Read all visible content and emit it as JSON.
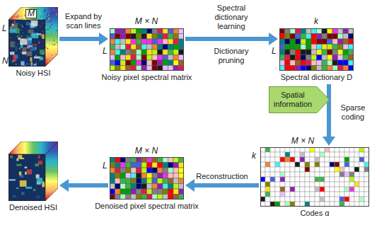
{
  "diagram": {
    "nodes": [
      {
        "text": [
          "Noisy HSI"
        ]
      },
      {
        "text": [
          "Noisy pixel spectral matrix"
        ]
      },
      {
        "text": [
          "Spectral dictionary D"
        ]
      },
      {
        "text": [
          "Spatial information"
        ]
      },
      {
        "text": [
          "Codes α"
        ]
      },
      {
        "text": [
          "Denoised pixel spectral matrix"
        ]
      },
      {
        "text": [
          "Denoised HSI"
        ]
      }
    ],
    "edges": [
      {
        "from": 0,
        "to": 1,
        "arrow": "to",
        "label": "Expand by scan lines"
      },
      {
        "from": 1,
        "to": 2,
        "arrow": "to",
        "label": "Spectral dictionary learning"
      },
      {
        "from": 2,
        "to": 4,
        "arrow": "to",
        "label": "Sparse coding"
      },
      {
        "from": 4,
        "to": 5,
        "arrow": "to",
        "label": "Reconstruction"
      },
      {
        "from": 5,
        "to": 6,
        "arrow": "to"
      }
    ],
    "labels": [
      "L",
      "M",
      "N",
      "M × N",
      "L",
      "Dictionary pruning",
      "k",
      "L",
      "M × N",
      "k",
      "M × N",
      "L"
    ]
  }
}
